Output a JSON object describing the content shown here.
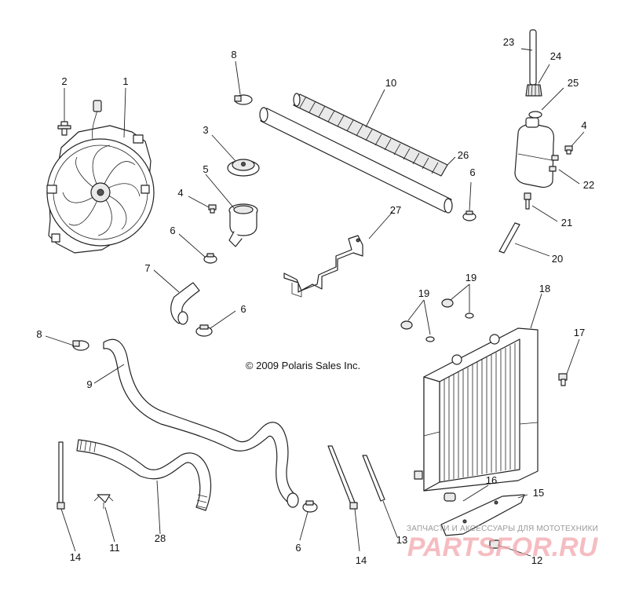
{
  "copyright": "© 2009 Polaris Sales Inc.",
  "watermark": {
    "tagline": "ЗАПЧАСТИ И АКСЕССУАРЫ ДЛЯ МОТОТЕХНИКИ",
    "brand": "PARTSFOR.RU"
  },
  "callouts": [
    {
      "id": "c1",
      "text": "1"
    },
    {
      "id": "c2",
      "text": "2"
    },
    {
      "id": "c3",
      "text": "3"
    },
    {
      "id": "c4a",
      "text": "4"
    },
    {
      "id": "c4b",
      "text": "4"
    },
    {
      "id": "c5",
      "text": "5"
    },
    {
      "id": "c6a",
      "text": "6"
    },
    {
      "id": "c6b",
      "text": "6"
    },
    {
      "id": "c6c",
      "text": "6"
    },
    {
      "id": "c6d",
      "text": "6"
    },
    {
      "id": "c7",
      "text": "7"
    },
    {
      "id": "c8a",
      "text": "8"
    },
    {
      "id": "c8b",
      "text": "8"
    },
    {
      "id": "c9",
      "text": "9"
    },
    {
      "id": "c10",
      "text": "10"
    },
    {
      "id": "c11",
      "text": "11"
    },
    {
      "id": "c12",
      "text": "12"
    },
    {
      "id": "c13",
      "text": "13"
    },
    {
      "id": "c14a",
      "text": "14"
    },
    {
      "id": "c14b",
      "text": "14"
    },
    {
      "id": "c15",
      "text": "15"
    },
    {
      "id": "c16",
      "text": "16"
    },
    {
      "id": "c17",
      "text": "17"
    },
    {
      "id": "c18",
      "text": "18"
    },
    {
      "id": "c19a",
      "text": "19"
    },
    {
      "id": "c19b",
      "text": "19"
    },
    {
      "id": "c20",
      "text": "20"
    },
    {
      "id": "c21",
      "text": "21"
    },
    {
      "id": "c22",
      "text": "22"
    },
    {
      "id": "c23",
      "text": "23"
    },
    {
      "id": "c24",
      "text": "24"
    },
    {
      "id": "c25",
      "text": "25"
    },
    {
      "id": "c26",
      "text": "26"
    },
    {
      "id": "c27",
      "text": "27"
    },
    {
      "id": "c28",
      "text": "28"
    }
  ]
}
